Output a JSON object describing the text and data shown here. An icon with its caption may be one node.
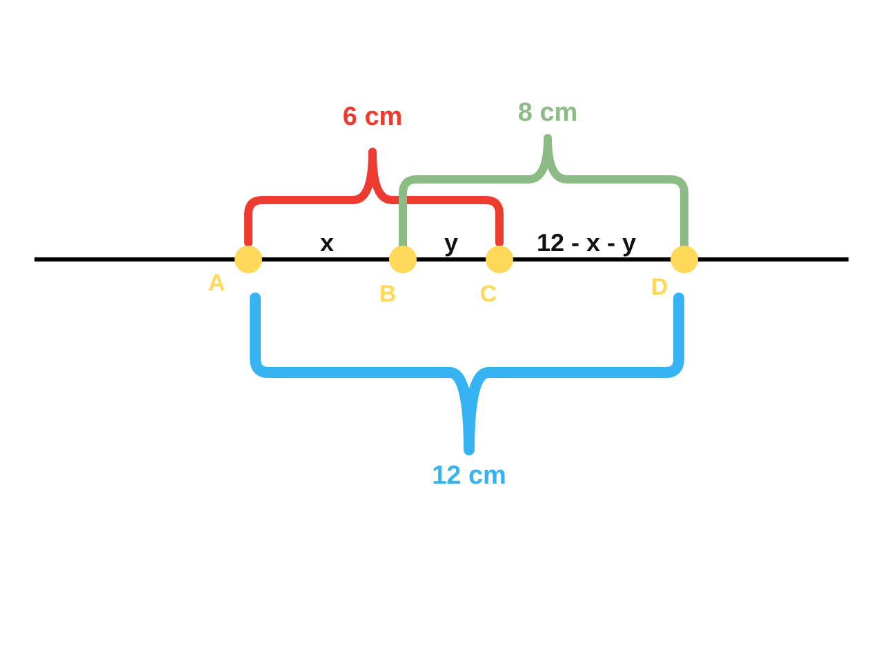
{
  "diagram": {
    "labels": [
      "6 cm",
      "8 cm",
      "x",
      "y",
      "12 - x - y",
      "A",
      "B",
      "C",
      "D",
      "12 cm"
    ]
  }
}
